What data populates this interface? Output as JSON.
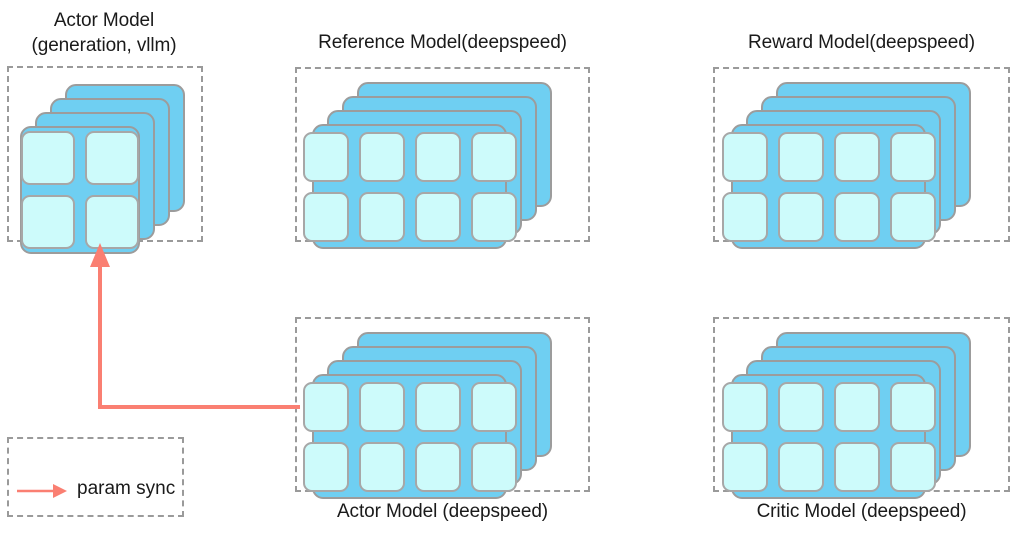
{
  "diagram": {
    "title": "RLHF model placement diagram",
    "colors": {
      "card_fill": "#6FCFF2",
      "chip_fill": "#CDFBFB",
      "card_border": "#9C9C9C",
      "group_border": "#9A9A9A",
      "arrow": "#FA7F72",
      "text": "#1A1A1A",
      "background": "#FFFFFF"
    },
    "nodes": [
      {
        "id": "actor-vllm",
        "caption": "Actor Model\n(generation, vllm)",
        "caption_position": "top",
        "layers": 4,
        "chip_rows": 2,
        "chip_cols": 2,
        "chip_count": 4
      },
      {
        "id": "reference-model",
        "caption": "Reference Model(deepspeed)",
        "caption_position": "top",
        "layers": 4,
        "chip_rows": 2,
        "chip_cols": 4,
        "chip_count": 8
      },
      {
        "id": "reward-model",
        "caption": "Reward Model(deepspeed)",
        "caption_position": "top",
        "layers": 4,
        "chip_rows": 2,
        "chip_cols": 4,
        "chip_count": 8
      },
      {
        "id": "actor-deepspeed",
        "caption": "Actor Model (deepspeed)",
        "caption_position": "bottom",
        "layers": 4,
        "chip_rows": 2,
        "chip_cols": 4,
        "chip_count": 8
      },
      {
        "id": "critic-model",
        "caption": "Critic Model (deepspeed)",
        "caption_position": "bottom",
        "layers": 4,
        "chip_rows": 2,
        "chip_cols": 4,
        "chip_count": 8
      }
    ],
    "edges": [
      {
        "id": "param-sync-edge",
        "from": "actor-deepspeed",
        "to": "actor-vllm",
        "label": "param sync",
        "style": "solid-arrow",
        "color": "#FA7F72"
      }
    ],
    "legend": {
      "label": "param sync",
      "arrow_color": "#FA7F72"
    }
  }
}
